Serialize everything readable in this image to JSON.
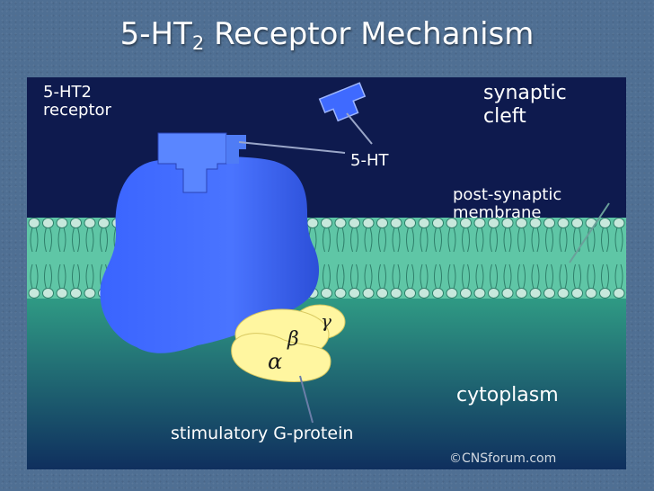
{
  "slide": {
    "title_main": "5-HT",
    "title_sub": "2",
    "title_rest": " Receptor Mechanism"
  },
  "labels": {
    "receptor_line1": "5-HT2",
    "receptor_line2": "receptor",
    "synaptic_line1": "synaptic",
    "synaptic_line2": "cleft",
    "ht": "5-HT",
    "membrane_line1": "post-synaptic",
    "membrane_line2": "membrane",
    "cytoplasm": "cytoplasm",
    "gprotein": "stimulatory G-protein",
    "alpha": "α",
    "beta": "β",
    "gamma": "γ",
    "credit": "©CNSforum.com"
  },
  "colors": {
    "cleft": "#0e1a4e",
    "membrane": "#5fc6a6",
    "cytoplasm_top": "#2f9a84",
    "cytoplasm_bottom": "#0f2f5e",
    "receptor": "#3d6bff",
    "gprotein": "#fff6a0",
    "label_white": "#ffffff"
  }
}
